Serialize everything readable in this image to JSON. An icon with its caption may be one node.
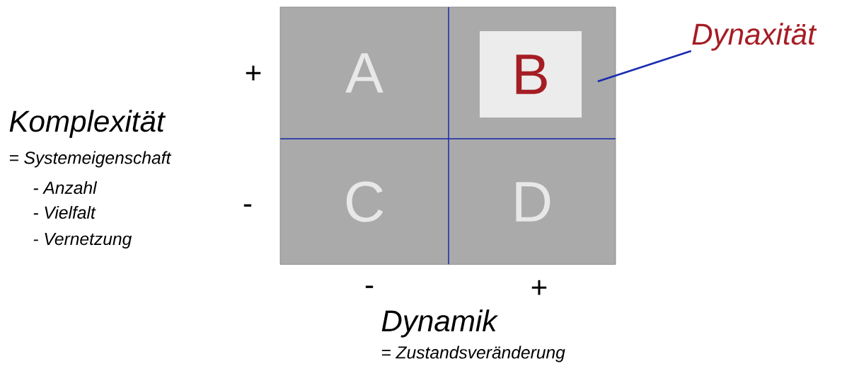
{
  "diagram": {
    "nodes": [
      {
        "text": [
          "A"
        ]
      },
      {
        "text": [],
        "shape": "box"
      },
      {
        "text": [
          "B"
        ],
        "in": 1
      },
      {
        "text": [
          "C"
        ]
      },
      {
        "text": [
          "D"
        ]
      },
      {
        "text": [
          "Dynaxität"
        ]
      }
    ],
    "edges": [
      {
        "from": 5,
        "to": 2,
        "arrow": "none"
      }
    ],
    "labels": [
      "+",
      "Komplexität",
      "= Systemeigenschaft",
      "- Anzahl",
      "- Vielfalt",
      "- Vernetzung",
      "-",
      "-",
      "+",
      "Dynamik",
      "= Zustandsveränderung"
    ]
  }
}
